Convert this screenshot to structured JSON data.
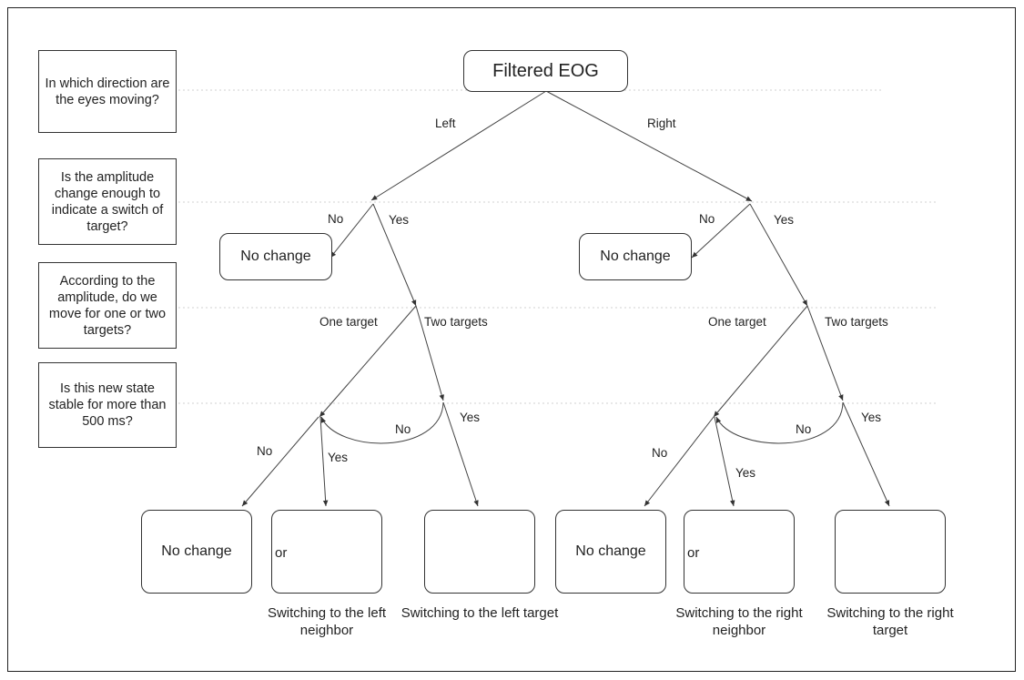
{
  "questions": [
    "In which direction are the eyes moving?",
    "Is the amplitude change enough to indicate a switch of target?",
    "According to the amplitude, do we move for one or two targets?",
    "Is this new state stable for more than 500 ms?"
  ],
  "nodes": {
    "root": "Filtered EOG",
    "no_change_label": "No change"
  },
  "edge_labels": {
    "left": "Left",
    "right": "Right",
    "no": "No",
    "yes": "Yes",
    "one_target": "One target",
    "two_targets": "Two targets"
  },
  "outcomes": {
    "left_neighbor": "Switching to the left neighbor",
    "left_target": "Switching to the left target",
    "right_neighbor": "Switching to the right neighbor",
    "right_target": "Switching to the right target",
    "or": "or"
  }
}
